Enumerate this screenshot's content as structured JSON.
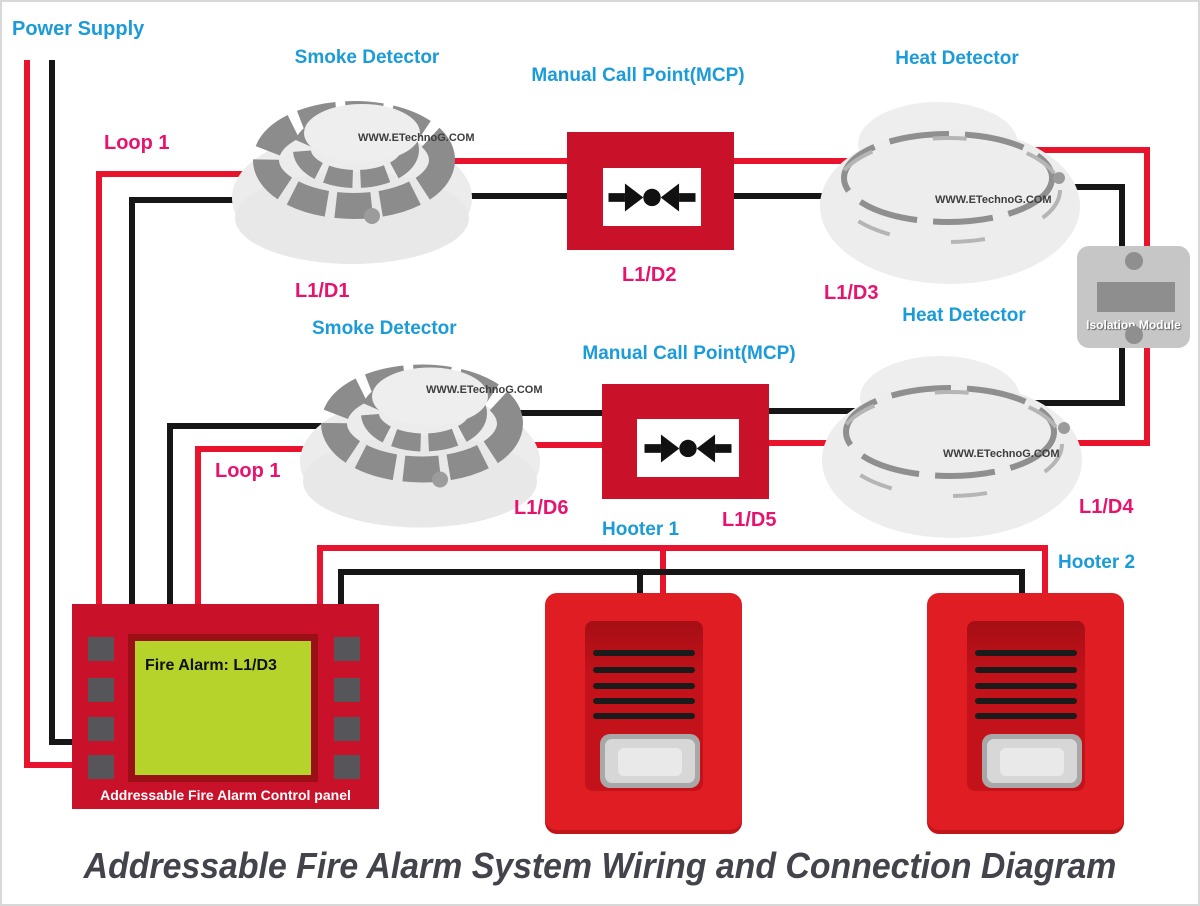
{
  "title": "Addressable Fire Alarm System Wiring and Connection Diagram",
  "watermark": "WWW.ETechnoG.COM",
  "labels": {
    "power_supply": "Power Supply",
    "loop1_top": "Loop 1",
    "loop1_bottom": "Loop 1"
  },
  "devices": {
    "smoke1": {
      "name": "Smoke Detector",
      "address": "L1/D1"
    },
    "mcp1": {
      "name": "Manual Call Point(MCP)",
      "address": "L1/D2"
    },
    "heat1": {
      "name": "Heat Detector",
      "address": "L1/D3"
    },
    "smoke2": {
      "name": "Smoke Detector",
      "address": "L1/D6"
    },
    "mcp2": {
      "name": "Manual Call Point(MCP)",
      "address": "L1/D5"
    },
    "heat2": {
      "name": "Heat Detector",
      "address": "L1/D4"
    },
    "isolation": {
      "name": "Isolation Module"
    },
    "hooter1": {
      "name": "Hooter 1"
    },
    "hooter2": {
      "name": "Hooter 2"
    },
    "panel": {
      "name": "Addressable Fire Alarm Control panel",
      "display": "Fire Alarm: L1/D3"
    }
  },
  "colors": {
    "wire_positive_red": "#e8132c",
    "wire_negative_black": "#161616",
    "device_red": "#c9112a",
    "hooter_red": "#df1d22",
    "label_cyan": "#1b9bd7",
    "label_pink": "#e8136e",
    "screen_green": "#b5d32b"
  }
}
